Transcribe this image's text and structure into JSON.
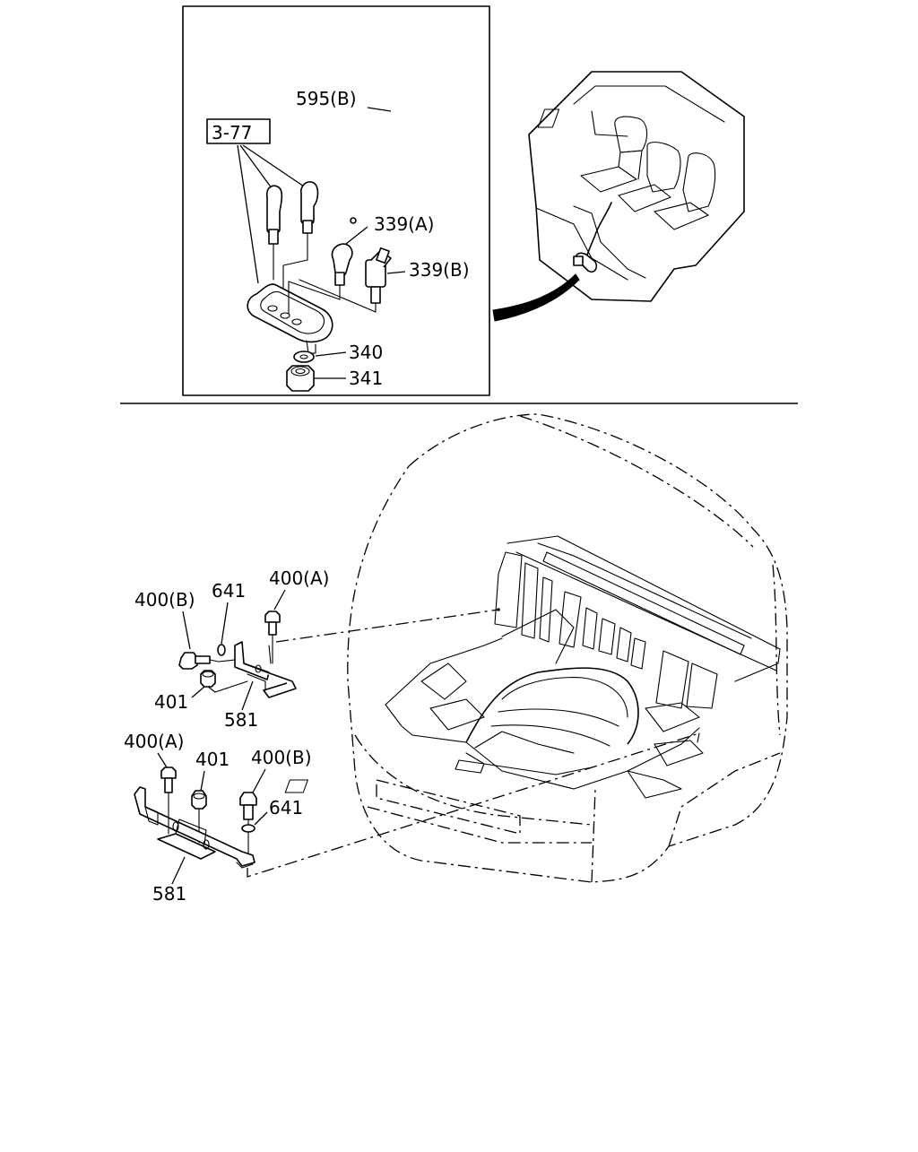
{
  "inset": {
    "ref_box_label": "3-77"
  },
  "callouts": {
    "c595b": "595(B)",
    "c339a": "339(A)",
    "c339b": "339(B)",
    "c340": "340",
    "c341": "341",
    "upper_400b": "400(B)",
    "upper_641": "641",
    "upper_400a": "400(A)",
    "upper_401": "401",
    "upper_581": "581",
    "lower_400a": "400(A)",
    "lower_401": "401",
    "lower_400b": "400(B)",
    "lower_641": "641",
    "lower_581": "581"
  }
}
